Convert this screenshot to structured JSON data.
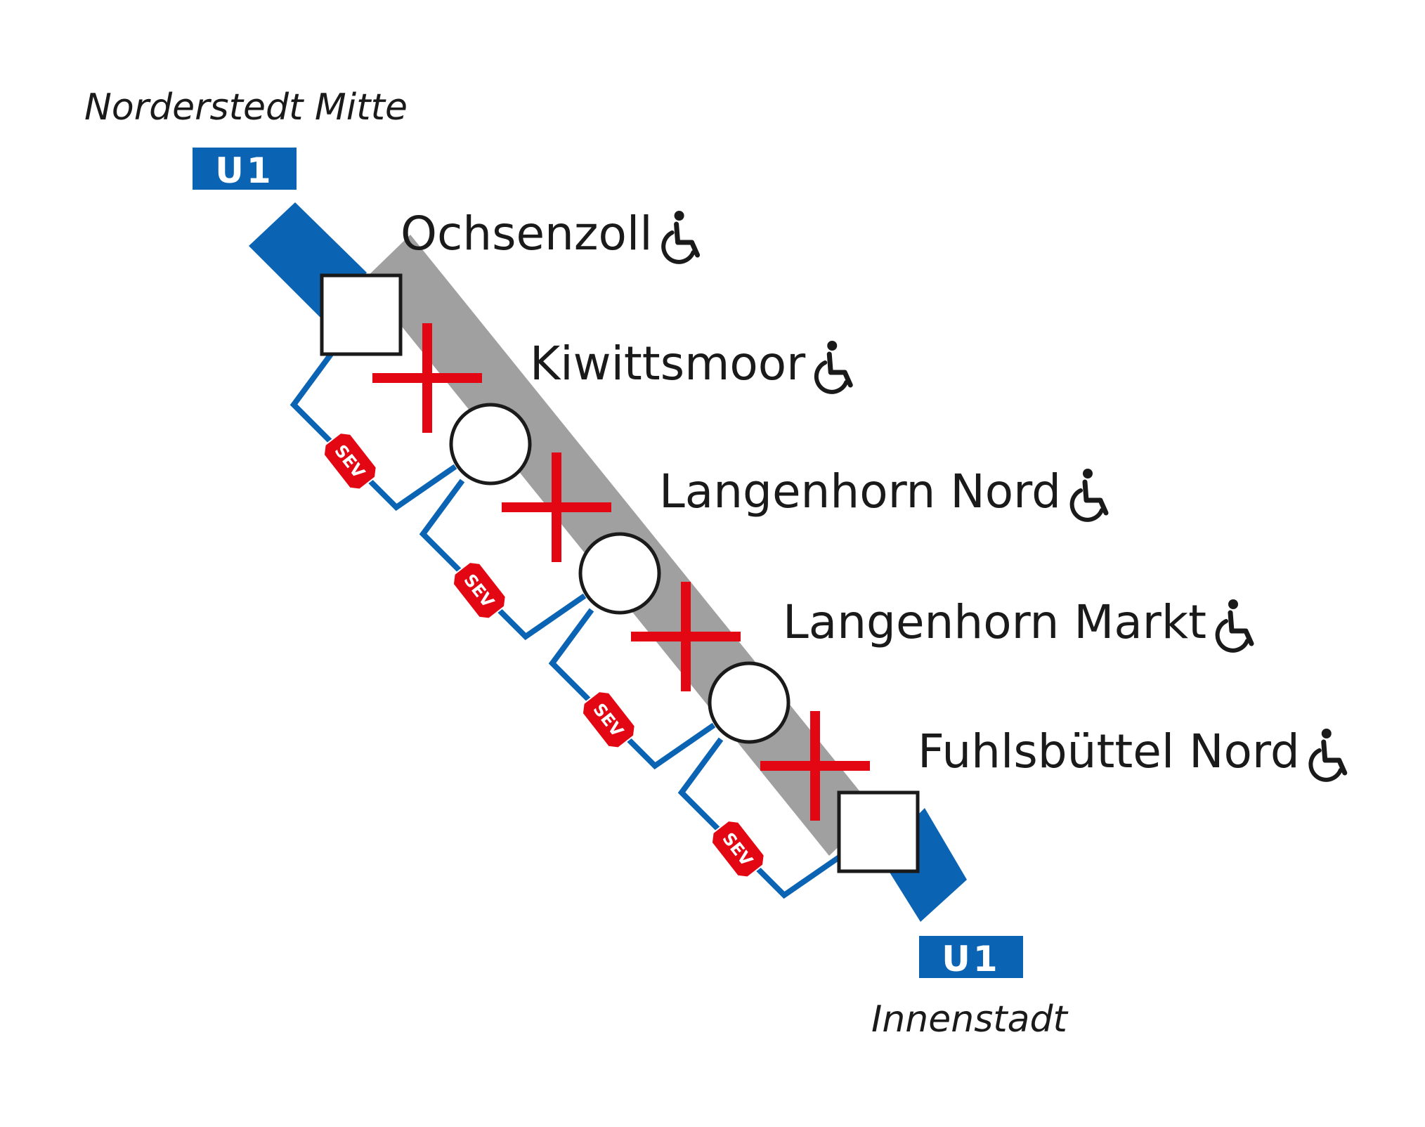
{
  "line": {
    "name": "U1",
    "color": "#0a63b3"
  },
  "termini": {
    "north": "Norderstedt Mitte",
    "south": "Innenstadt"
  },
  "stations": [
    {
      "name": "Ochsenzoll",
      "shape": "square",
      "accessible": true
    },
    {
      "name": "Kiwittsmoor",
      "shape": "circle",
      "accessible": true
    },
    {
      "name": "Langenhorn Nord",
      "shape": "circle",
      "accessible": true
    },
    {
      "name": "Langenhorn Markt",
      "shape": "circle",
      "accessible": true
    },
    {
      "name": "Fuhlsbüttel Nord",
      "shape": "square",
      "accessible": true
    }
  ],
  "replacement_bus": {
    "label": "SEV",
    "color": "#e30613",
    "route_color": "#0a63b3"
  },
  "closed_section_color": "#a0a0a0",
  "closure_mark_color": "#e30613",
  "icons": {
    "accessibility": "wheelchair-icon",
    "closure": "red-cross-icon"
  }
}
